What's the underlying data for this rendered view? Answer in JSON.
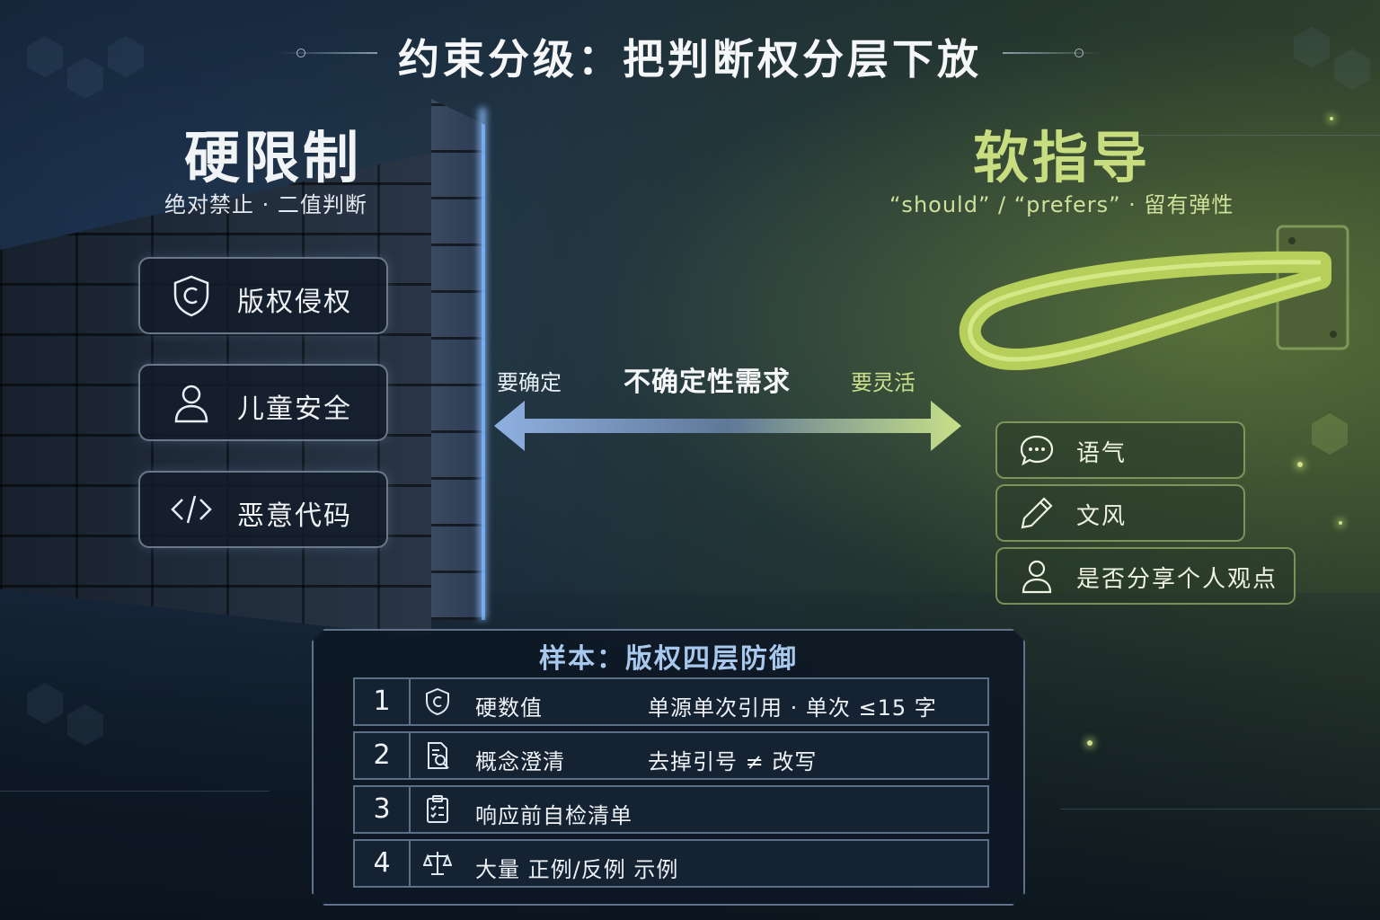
{
  "title": "约束分级：把判断权分层下放",
  "hard": {
    "title": "硬限制",
    "subtitle": "绝对禁止 · 二值判断",
    "items": [
      {
        "label": "版权侵权",
        "icon": "copyright-shield-icon"
      },
      {
        "label": "儿童安全",
        "icon": "person-icon"
      },
      {
        "label": "恶意代码",
        "icon": "code-brackets-icon"
      }
    ]
  },
  "soft": {
    "title": "软指导",
    "subtitle": "“should” / “prefers” · 留有弹性",
    "items": [
      {
        "label": "语气",
        "icon": "chat-bubble-icon"
      },
      {
        "label": "文风",
        "icon": "pencil-icon"
      },
      {
        "label": "是否分享个人观点",
        "icon": "person-icon"
      }
    ]
  },
  "spectrum": {
    "left_label": "要确定",
    "center_label": "不确定性需求",
    "right_label": "要灵活"
  },
  "sample": {
    "title": "样本：版权四层防御",
    "rows": [
      {
        "num": "1",
        "icon": "copyright-shield-icon",
        "name": "硬数值",
        "note": "单源单次引用 · 单次 ≤15 字"
      },
      {
        "num": "2",
        "icon": "document-search-icon",
        "name": "概念澄清",
        "note": "去掉引号 ≠ 改写"
      },
      {
        "num": "3",
        "icon": "checklist-icon",
        "name": "响应前自检清单",
        "note": ""
      },
      {
        "num": "4",
        "icon": "balance-scale-icon",
        "name": "大量 正例/反例 示例",
        "note": ""
      }
    ]
  },
  "colors": {
    "hard_accent": "#8fb8f0",
    "soft_accent": "#c8dc80",
    "panel_title": "#a9c8ee"
  }
}
